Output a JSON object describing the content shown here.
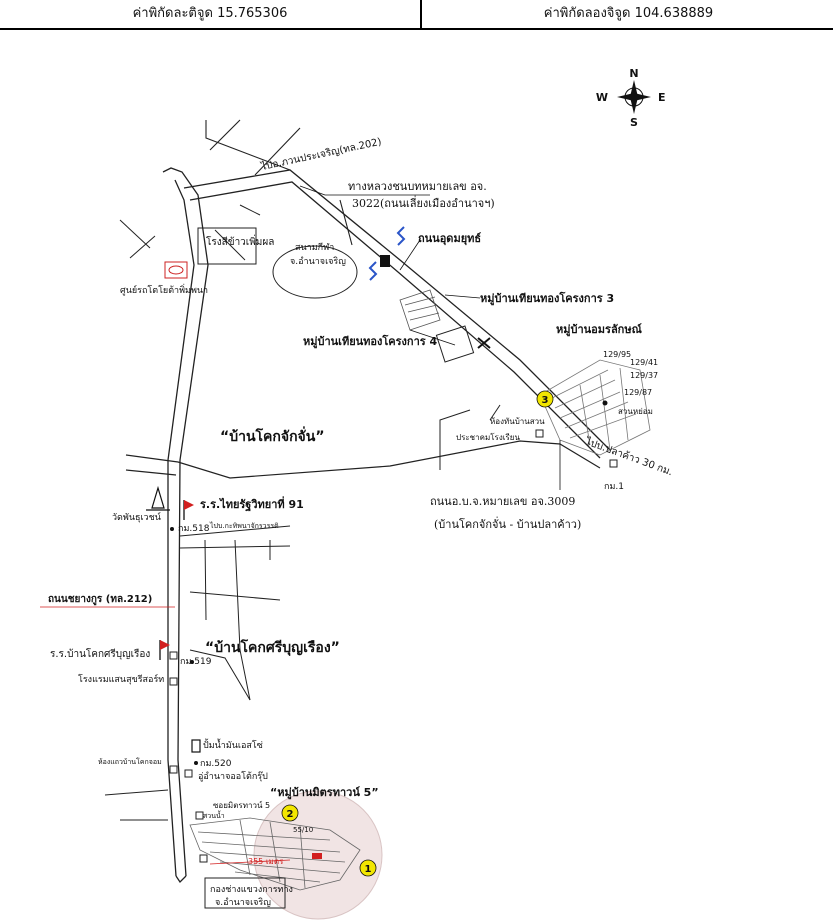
{
  "header": {
    "latitude_label": "ค่าพิกัดละติจูด 15.765306",
    "longitude_label": "ค่าพิกัดลองจิจูด 104.638889"
  },
  "compass": {
    "n": "N",
    "s": "S",
    "e": "E",
    "w": "W"
  },
  "labels": {
    "road_amnat": "ไปอ.ภวนประเจริญ(ทล.202)",
    "highway_3022_a": "ทางหลวงชนบทหมายเลข อจ.",
    "highway_3022_b": "3022(ถนนเลี่ยงเมืองอำนาจฯ)",
    "rice_mill": "โรงสีข้าวเพิ่มผล",
    "stadium_a": "สนามกีฬา",
    "stadium_b": "จ.อำนาจเจริญ",
    "road_udomyut": "ถนนอุดมยุทธ์",
    "toyota": "ศูนย์รถโตโยต้าพิ่มพนา",
    "thiantong3": "หมู่บ้านเทียนทองโครงการ 3",
    "thiantong4": "หมู่บ้านเทียนทองโครงการ 4",
    "amorn": "หมู่บ้านอมรลักษณ์",
    "house_129_95": "129/95",
    "house_129_41": "129/41",
    "house_129_37": "129/37",
    "house_129_87": "129/87",
    "pond": "สวนหย่อม",
    "ban_khok": "“บ้านโคกจักจั่น”",
    "shop": "ห้องทันบ้านสวน",
    "community": "ประชาคมโรงเรียน",
    "km1": "กม.1",
    "to_pla_khao": "ไปบ.ปลาค้าว 30 กม.",
    "road_3009_a": "ถนนอ.บ.จ.หมายเลข อจ.3009",
    "road_3009_b": "(บ้านโคกจักจั่น - บ้านปลาค้าว)",
    "school91": "ร.ร.ไทยรัฐวิทยาที่ 91",
    "temple": "วัดพันธุเวชน์",
    "km518": "กม.518",
    "road_518_side": "ไปบ.กะทิพนาจักรวรรดิ",
    "road_212": "ถนนชยางกูร (ทล.212)",
    "school_khok": "ร.ร.บ้านโคกศรีบุญเรือง",
    "ban_khok_sri": "“บ้านโคกศรีบุญเรือง”",
    "km519": "กม.519",
    "hotel": "โรงแรมแสนสุขรีสอร์ท",
    "gas_station": "ปั้มน้ำมันเอสโซ่",
    "km520": "กม.520",
    "garage": "อู่อำนาจออโต้กรุ๊ป",
    "resort": "ห้องแถวบ้านโคกจอม",
    "soi_mitr": "ซอยมิตรทาวน์ 5",
    "mitr_town": "“หมู่บ้านมิตรทาวน์ 5”",
    "park": "สวนน้ำ",
    "house_55_10": "55/10",
    "distance": "355 เมตร",
    "highway_office_a": "กองช่างแขวงการทาง",
    "highway_office_b": "จ.อำนาจเจริญ",
    "marker_1": "1",
    "marker_2": "2",
    "marker_3": "3"
  },
  "colors": {
    "road": "#222222",
    "water": "#2a55c8",
    "marker": "#f2e600",
    "flag": "#d21f1f",
    "circle_fill": "#f1e4e4",
    "distance_red": "#d21f1f"
  }
}
